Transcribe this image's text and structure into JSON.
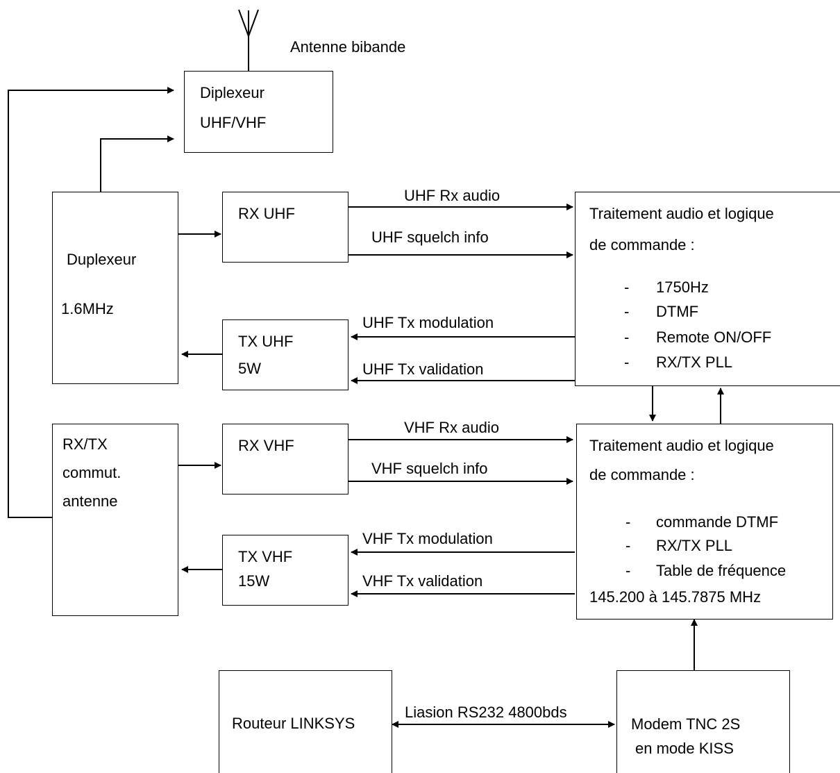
{
  "antenna_label": "Antenne bibande",
  "diplexer": {
    "line1": "Diplexeur",
    "line2": "UHF/VHF"
  },
  "duplexer": {
    "line1": "Duplexeur",
    "line2": "1.6MHz"
  },
  "rx_uhf": {
    "label": "RX UHF"
  },
  "tx_uhf": {
    "line1": "TX UHF",
    "line2": "5W"
  },
  "rx_vhf": {
    "label": "RX VHF"
  },
  "tx_vhf": {
    "line1": "TX VHF",
    "line2": "15W"
  },
  "antenna_switch": {
    "line1": "RX/TX",
    "line2": "commut.",
    "line3": "antenne"
  },
  "uhf_logic": {
    "line1": "Traitement audio et logique",
    "line2": "de commande :",
    "items": [
      "1750Hz",
      "DTMF",
      "Remote ON/OFF",
      "RX/TX PLL"
    ]
  },
  "vhf_logic": {
    "line1": "Traitement audio et logique",
    "line2": "de commande :",
    "items": [
      "commande DTMF",
      "RX/TX PLL",
      "Table de fréquence"
    ],
    "footer": "145.200 à 145.7875 MHz"
  },
  "router": {
    "label": "Routeur LINKSYS"
  },
  "modem": {
    "line1": "Modem TNC 2S",
    "line2": "en mode KISS"
  },
  "signals": {
    "uhf_rx_audio": "UHF Rx audio",
    "uhf_squelch": "UHF squelch info",
    "uhf_tx_mod": "UHF Tx modulation",
    "uhf_tx_val": "UHF Tx validation",
    "vhf_rx_audio": "VHF Rx audio",
    "vhf_squelch": "VHF squelch info",
    "vhf_tx_mod": "VHF Tx modulation",
    "vhf_tx_val": "VHF Tx validation",
    "rs232": "Liasion RS232 4800bds"
  },
  "bullet_char": "-"
}
